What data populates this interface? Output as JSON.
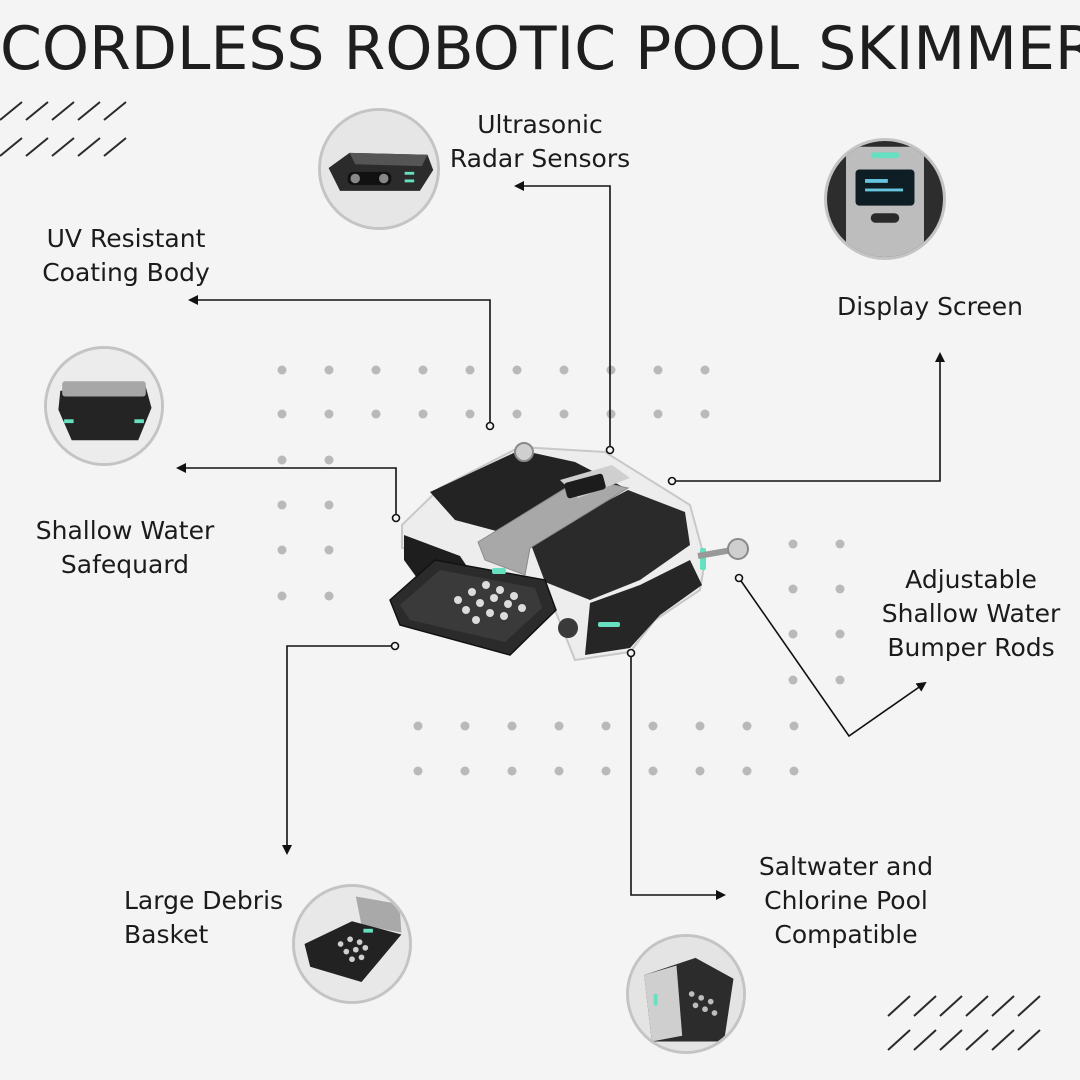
{
  "title": "CORDLESS ROBOTIC POOL SKIMMER",
  "features": {
    "ultrasonic": [
      "Ultrasonic",
      "Radar Sensors"
    ],
    "uv": [
      "UV Resistant",
      "Coating Body"
    ],
    "display": [
      "Display Screen"
    ],
    "shallow": [
      "Shallow Water",
      "Safequard"
    ],
    "bumper": [
      "Adjustable",
      "Shallow Water",
      "Bumper Rods"
    ],
    "basket": [
      "Large Debris",
      "Basket"
    ],
    "saltwater": [
      "Saltwater and",
      "Chlorine Pool",
      "Compatible"
    ]
  },
  "colors": {
    "text": "#1b1b1b",
    "accent": "#66e0c0",
    "dots": "#b9b9b9",
    "background": "#f4f4f4"
  }
}
